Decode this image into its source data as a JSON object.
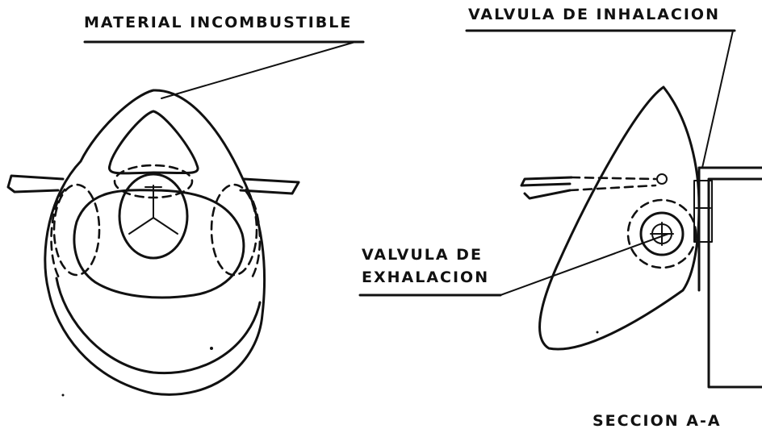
{
  "labels": {
    "material": "MATERIAL INCOMBUSTIBLE",
    "inhalation_valve": "VALVULA DE INHALACION",
    "exhalation_valve_line1": "VALVULA DE",
    "exhalation_valve_line2": "EXHALACION",
    "section": "SECCION A-A"
  },
  "colors": {
    "ink": "#111111",
    "paper": "#ffffff"
  }
}
